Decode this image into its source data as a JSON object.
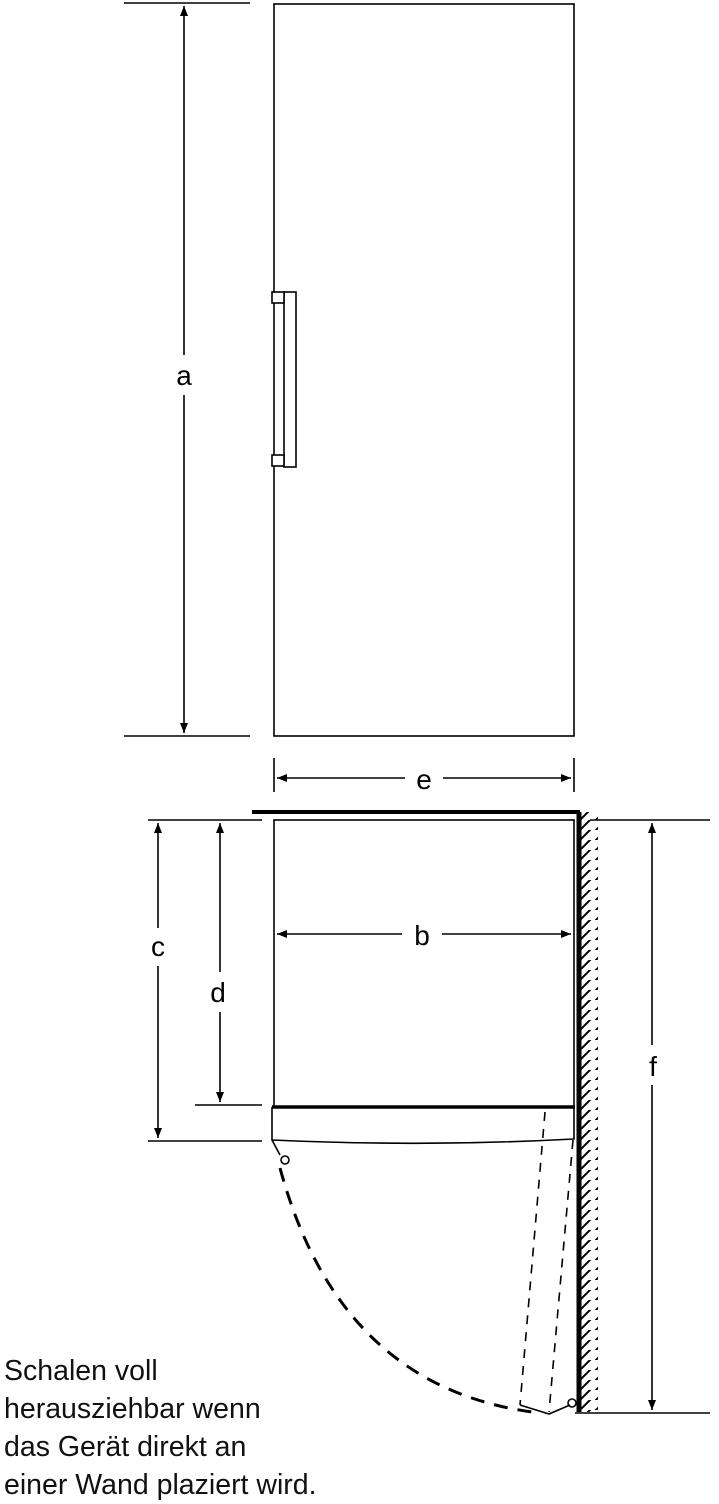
{
  "labels": {
    "a": "a",
    "b": "b",
    "c": "c",
    "d": "d",
    "e": "e",
    "f": "f"
  },
  "note": [
    "Schalen voll",
    "herausziehbar wenn",
    "das Gerät direkt an",
    "einer Wand plaziert wird."
  ],
  "colors": {
    "line": "#000000",
    "background": "#ffffff"
  }
}
